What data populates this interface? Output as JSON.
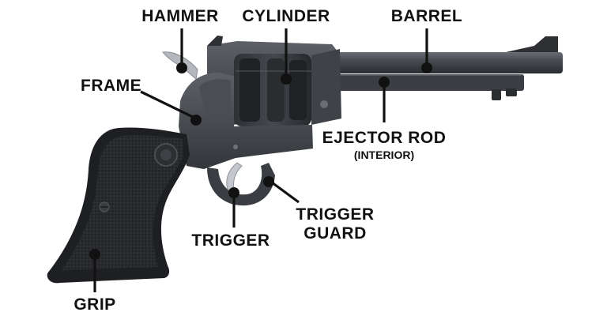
{
  "diagram": {
    "labels": {
      "hammer": "HAMMER",
      "cylinder": "CYLINDER",
      "barrel": "BARREL",
      "frame": "FRAME",
      "ejector_rod": "EJECTOR ROD",
      "ejector_rod_note": "(INTERIOR)",
      "trigger": "TRIGGER",
      "trigger_guard_line1": "TRIGGER",
      "trigger_guard_line2": "GUARD",
      "grip": "GRIP"
    },
    "colors": {
      "label_text": "#111111",
      "gun_metal": "#3a3d42",
      "gun_metal_light": "#5a5e64",
      "grip_dark": "#1e1f22",
      "trigger_silver": "#b8bcc2",
      "background": "#ffffff"
    }
  }
}
